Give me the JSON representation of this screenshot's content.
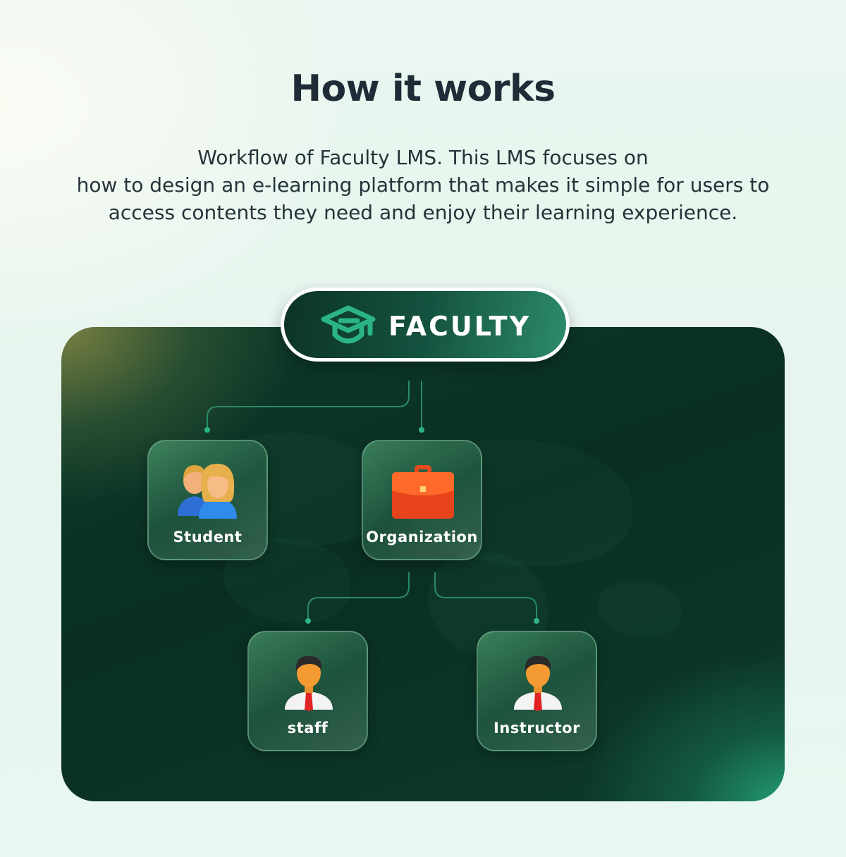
{
  "header": {
    "title": "How it works",
    "description_lines": [
      "Workflow of Faculty LMS. This LMS focuses on",
      "how to design an e-learning platform that makes it simple for users to",
      "access contents they need and enjoy their learning experience."
    ]
  },
  "diagram": {
    "root": {
      "label": "FACULTY",
      "icon": "graduation-cap-logo-icon"
    },
    "nodes": [
      {
        "id": "student",
        "label": "Student",
        "icon": "users-icon",
        "parent": "root"
      },
      {
        "id": "organization",
        "label": "Organization",
        "icon": "briefcase-icon",
        "parent": "root"
      },
      {
        "id": "staff",
        "label": "staff",
        "icon": "person-icon",
        "parent": "organization"
      },
      {
        "id": "instructor",
        "label": "Instructor",
        "icon": "person-icon",
        "parent": "organization"
      }
    ]
  },
  "colors": {
    "accent": "#2bb585",
    "panel": "#0c3427",
    "title": "#1f2b36"
  }
}
